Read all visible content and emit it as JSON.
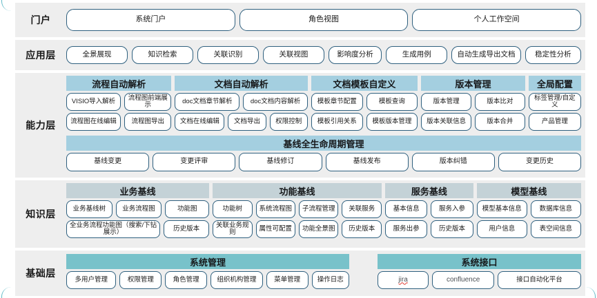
{
  "layers": {
    "portal": {
      "label": "门户",
      "items": [
        "系统门户",
        "角色视图",
        "个人工作空间"
      ]
    },
    "application": {
      "label": "应用层",
      "items": [
        "全景展现",
        "知识检索",
        "关联识别",
        "关联视图",
        "影响度分析",
        "生成用例",
        "自动生成导出文档",
        "稳定性分析"
      ]
    },
    "capability": {
      "label": "能力层",
      "groups": [
        {
          "title": "流程自动解析",
          "row1": [
            "VISIO导入解析",
            "流程图前端展示"
          ],
          "row2": [
            "流程图在线编辑",
            "流程图导出"
          ]
        },
        {
          "title": "文档自动解析",
          "row1": [
            "doc文档章节解析",
            "doc文档内容解析"
          ],
          "row2": [
            "文档在线编辑",
            "文档导出",
            "权限控制"
          ]
        },
        {
          "title": "文档模板自定义",
          "row1": [
            "模板章节配置",
            "模板查询"
          ],
          "row2": [
            "模板引用关系",
            "模板版本管理"
          ]
        },
        {
          "title": "版本管理",
          "row1": [
            "版本管理",
            "版本比对"
          ],
          "row2": [
            "版本关联信息",
            "版本合并"
          ]
        },
        {
          "title": "全局配置",
          "row1": [
            "标签管理/自定义"
          ],
          "row2": [
            "产品管理"
          ]
        }
      ],
      "baseline": {
        "title": "基线全生命周期管理",
        "items": [
          "基线变更",
          "变更评审",
          "基线修订",
          "基线发布",
          "版本纠错",
          "变更历史"
        ]
      }
    },
    "knowledge": {
      "label": "知识层",
      "groups": [
        {
          "title": "业务基线",
          "row1": [
            "业务基线树",
            "业务流程图",
            "功能图"
          ],
          "row2": [
            "全业务流程功能图（搜索/下钻展示）",
            "历史版本"
          ]
        },
        {
          "title": "功能基线",
          "row1": [
            "功能树",
            "系统流程图",
            "子流程管理",
            "关联服务"
          ],
          "row2": [
            "关联业务规则",
            "属性可配置",
            "功能全景图",
            "历史版本"
          ]
        },
        {
          "title": "服务基线",
          "row1": [
            "基本信息",
            "服务入参"
          ],
          "row2": [
            "服务出参",
            "历史版本"
          ]
        },
        {
          "title": "模型基线",
          "row1": [
            "模型基本信息",
            "数据库信息"
          ],
          "row2": [
            "用户信息",
            "表空间信息"
          ]
        }
      ]
    },
    "infrastructure": {
      "label": "基础层",
      "groups": [
        {
          "title": "系统管理",
          "items": [
            "多用户管理",
            "权限管理",
            "角色管理",
            "组织机构管理",
            "菜单管理",
            "操作日志"
          ]
        },
        {
          "title": "系统接口",
          "items": [
            "jira",
            "confluence",
            "接口自动化平台"
          ]
        }
      ]
    }
  },
  "colors": {
    "band_bg": "#eeeeee",
    "pill_border": "#2e5f7e",
    "capability_header": "#a4cfe0",
    "knowledge_header": "#c4d2d7",
    "infrastructure_header": "#78c2ca",
    "accent": "#5fb9c6"
  }
}
